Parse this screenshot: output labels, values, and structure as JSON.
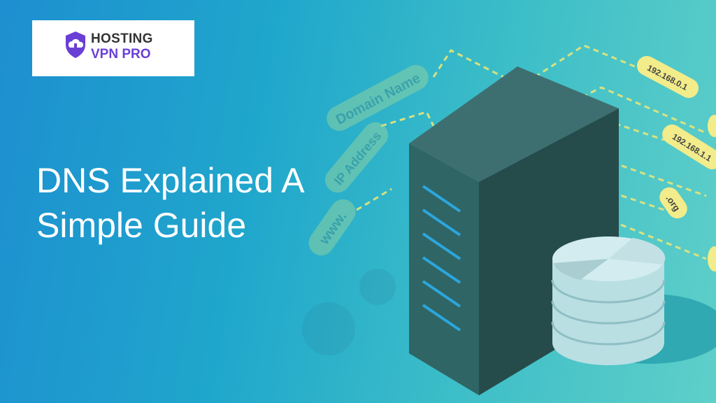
{
  "logo": {
    "line1": "HOSTING",
    "line2": "VPN PRO"
  },
  "title": {
    "line1": "DNS Explained A",
    "line2": "Simple Guide"
  },
  "illustration": {
    "left_labels": [
      "Domain Name",
      "IP Address",
      "www."
    ],
    "right_labels": [
      "192.168.0.1",
      "192.168.1.1",
      ".org"
    ]
  },
  "colors": {
    "accent": "#6a3fd6",
    "tag": "#f2ec8a",
    "server": "#2f6b6a"
  }
}
